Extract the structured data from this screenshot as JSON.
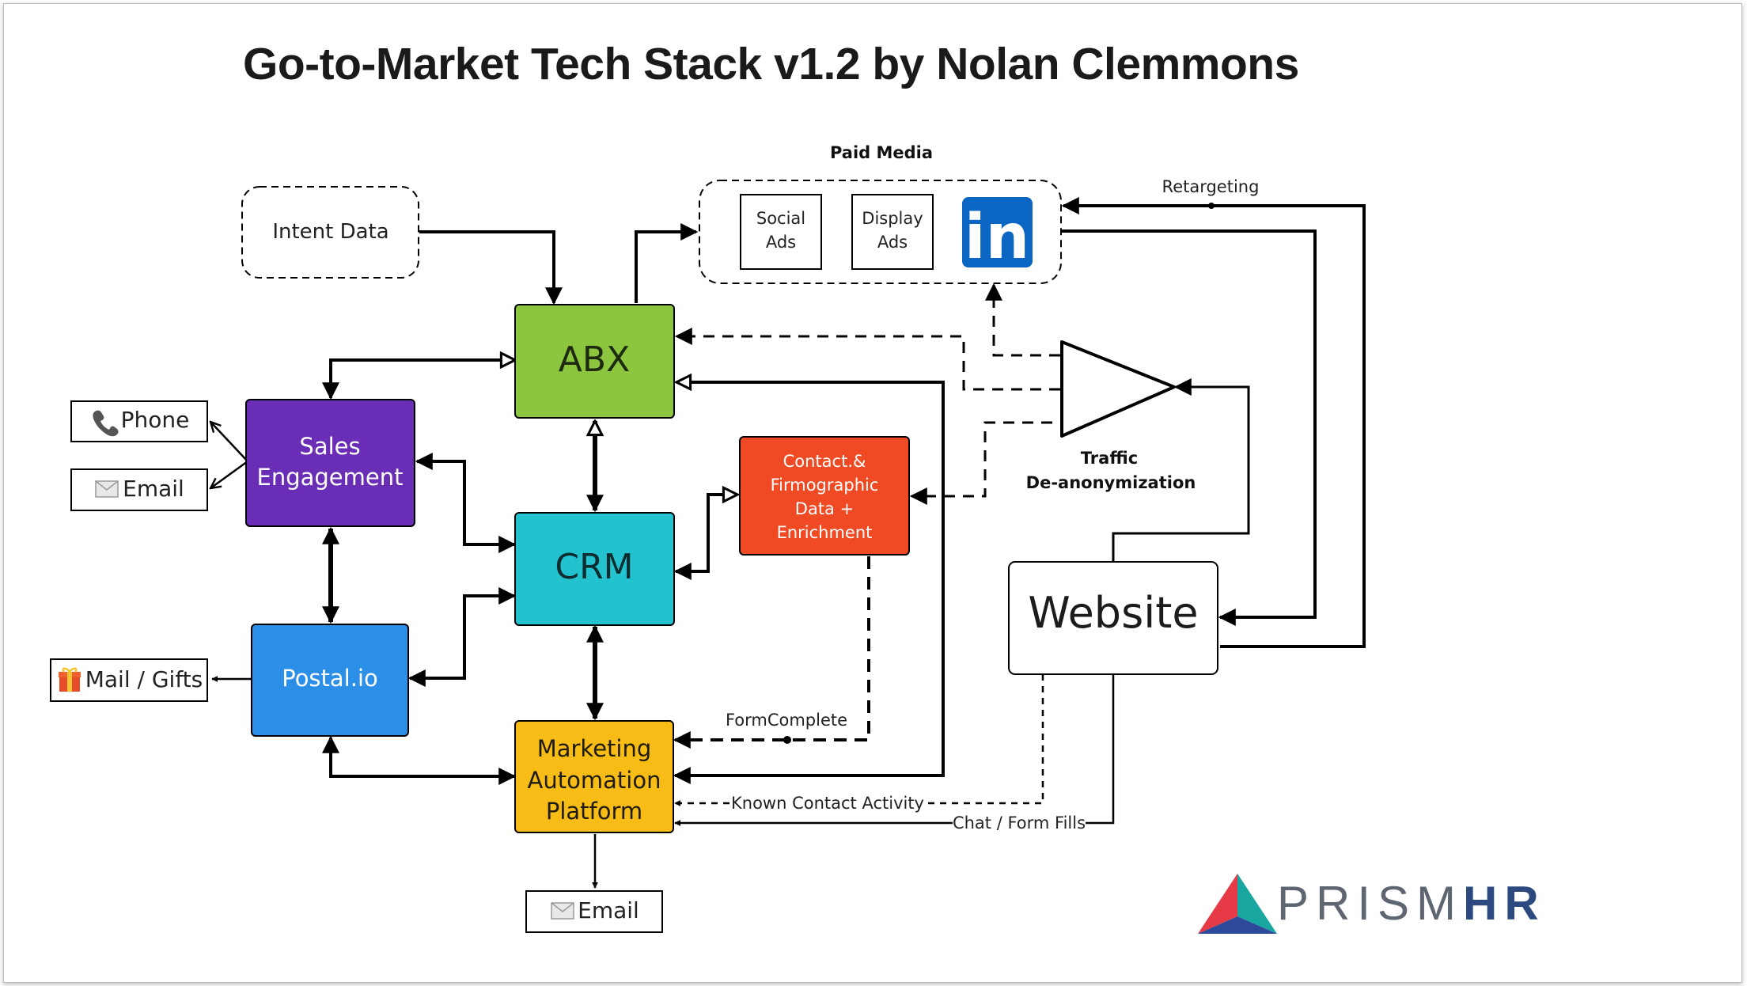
{
  "title": "Go-to-Market Tech Stack v1.2 by Nolan Clemmons",
  "nodes": {
    "intent_data": "Intent Data",
    "paid_media": "Paid Media",
    "social_ads": [
      "Social",
      "Ads"
    ],
    "display_ads": [
      "Display",
      "Ads"
    ],
    "linkedin": "in",
    "abx": "ABX",
    "crm": "CRM",
    "sales_engagement": [
      "Sales",
      "Engagement"
    ],
    "postal": "Postal.io",
    "enrichment": [
      "Contact.&",
      "Firmographic",
      "Data +",
      "Enrichment"
    ],
    "map": [
      "Marketing",
      "Automation",
      "Platform"
    ],
    "website": "Website",
    "traffic": [
      "Traffic",
      "De-anonymization"
    ],
    "phone": "Phone",
    "email_top": "Email",
    "mail_gifts": "Mail / Gifts",
    "email_bottom": "Email"
  },
  "edge_labels": {
    "retargeting": "Retargeting",
    "form_complete": "FormComplete",
    "known_contact": "Known Contact Activity",
    "chat_form": "Chat / Form Fills"
  },
  "icons": {
    "phone": "phone-icon",
    "email_top": "envelope-icon",
    "mail_gifts": "gift-icon",
    "email_bottom": "envelope-icon",
    "linkedin": "linkedin-icon"
  },
  "colors": {
    "abx": "#8cc63f",
    "crm": "#22c3cf",
    "sales_engagement": "#6a2db5",
    "postal": "#2b8fe8",
    "enrichment": "#ef4a24",
    "map": "#f8bc16",
    "linkedin": "#0a66c2"
  },
  "logo": {
    "prism": "PRISM",
    "hr": "HR"
  }
}
